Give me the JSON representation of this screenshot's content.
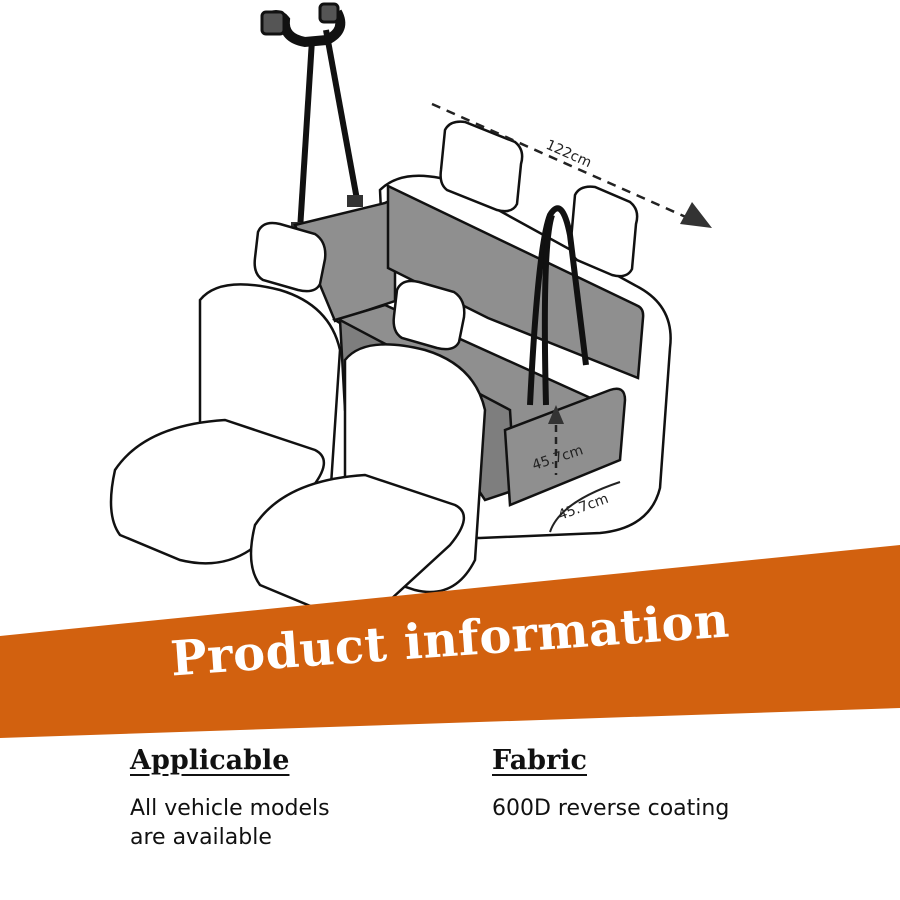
{
  "illustration": {
    "dimensions": {
      "width": "122cm",
      "height": "45.7cm",
      "depth": "45.7cm"
    }
  },
  "banner": {
    "title": "Product information",
    "color": "#D2610F"
  },
  "info": [
    {
      "heading": "Applicable",
      "text": "All vehicle models\nare available"
    },
    {
      "heading": "Fabric",
      "text": "600D reverse coating"
    }
  ]
}
